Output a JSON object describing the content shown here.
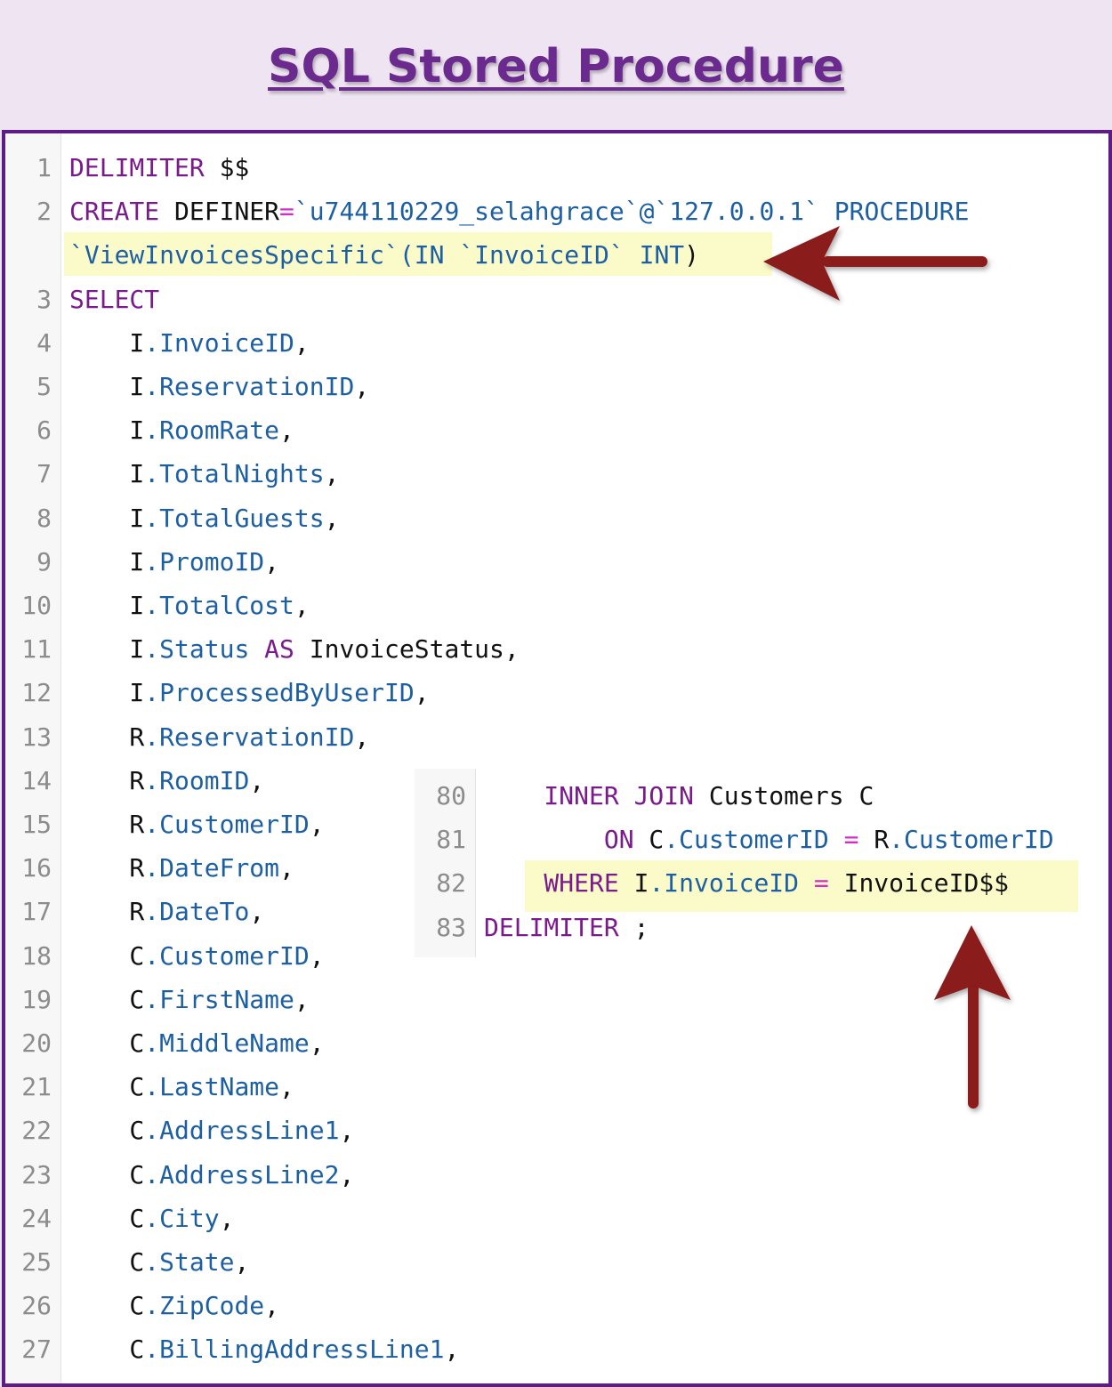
{
  "page": {
    "title": "SQL Stored Procedure"
  },
  "editor": {
    "lines": [
      {
        "num": "1",
        "tokens": [
          {
            "t": "DELIMITER",
            "c": "kw"
          },
          {
            "t": " $$",
            "c": "plain"
          }
        ]
      },
      {
        "num": "2",
        "tokens": [
          {
            "t": "CREATE",
            "c": "kw"
          },
          {
            "t": " DEFINER",
            "c": "plain"
          },
          {
            "t": "=",
            "c": "op"
          },
          {
            "t": "`u744110229_selahgrace`@`127.0.0.1`",
            "c": "bt"
          },
          {
            "t": " PROCEDURE",
            "c": "fld"
          }
        ]
      },
      {
        "num": "",
        "tokens": [
          {
            "t": "`ViewInvoicesSpecific`(IN `InvoiceID` INT",
            "c": "fld"
          },
          {
            "t": ")",
            "c": "plain"
          }
        ],
        "highlight": true
      },
      {
        "num": "3",
        "tokens": [
          {
            "t": "SELECT",
            "c": "kw"
          }
        ]
      },
      {
        "num": "4",
        "tokens": [
          {
            "t": "    I",
            "c": "plain"
          },
          {
            "t": ".InvoiceID",
            "c": "fld"
          },
          {
            "t": ",",
            "c": "plain"
          }
        ]
      },
      {
        "num": "5",
        "tokens": [
          {
            "t": "    I",
            "c": "plain"
          },
          {
            "t": ".ReservationID",
            "c": "fld"
          },
          {
            "t": ",",
            "c": "plain"
          }
        ]
      },
      {
        "num": "6",
        "tokens": [
          {
            "t": "    I",
            "c": "plain"
          },
          {
            "t": ".RoomRate",
            "c": "fld"
          },
          {
            "t": ",",
            "c": "plain"
          }
        ]
      },
      {
        "num": "7",
        "tokens": [
          {
            "t": "    I",
            "c": "plain"
          },
          {
            "t": ".TotalNights",
            "c": "fld"
          },
          {
            "t": ",",
            "c": "plain"
          }
        ]
      },
      {
        "num": "8",
        "tokens": [
          {
            "t": "    I",
            "c": "plain"
          },
          {
            "t": ".TotalGuests",
            "c": "fld"
          },
          {
            "t": ",",
            "c": "plain"
          }
        ]
      },
      {
        "num": "9",
        "tokens": [
          {
            "t": "    I",
            "c": "plain"
          },
          {
            "t": ".PromoID",
            "c": "fld"
          },
          {
            "t": ",",
            "c": "plain"
          }
        ]
      },
      {
        "num": "10",
        "tokens": [
          {
            "t": "    I",
            "c": "plain"
          },
          {
            "t": ".TotalCost",
            "c": "fld"
          },
          {
            "t": ",",
            "c": "plain"
          }
        ]
      },
      {
        "num": "11",
        "tokens": [
          {
            "t": "    I",
            "c": "plain"
          },
          {
            "t": ".Status",
            "c": "fld"
          },
          {
            "t": " AS",
            "c": "kw"
          },
          {
            "t": " InvoiceStatus,",
            "c": "plain"
          }
        ]
      },
      {
        "num": "12",
        "tokens": [
          {
            "t": "    I",
            "c": "plain"
          },
          {
            "t": ".ProcessedByUserID",
            "c": "fld"
          },
          {
            "t": ",",
            "c": "plain"
          }
        ]
      },
      {
        "num": "13",
        "tokens": [
          {
            "t": "    R",
            "c": "plain"
          },
          {
            "t": ".ReservationID",
            "c": "fld"
          },
          {
            "t": ",",
            "c": "plain"
          }
        ]
      },
      {
        "num": "14",
        "tokens": [
          {
            "t": "    R",
            "c": "plain"
          },
          {
            "t": ".RoomID",
            "c": "fld"
          },
          {
            "t": ",",
            "c": "plain"
          }
        ]
      },
      {
        "num": "15",
        "tokens": [
          {
            "t": "    R",
            "c": "plain"
          },
          {
            "t": ".CustomerID",
            "c": "fld"
          },
          {
            "t": ",",
            "c": "plain"
          }
        ]
      },
      {
        "num": "16",
        "tokens": [
          {
            "t": "    R",
            "c": "plain"
          },
          {
            "t": ".DateFrom",
            "c": "fld"
          },
          {
            "t": ",",
            "c": "plain"
          }
        ]
      },
      {
        "num": "17",
        "tokens": [
          {
            "t": "    R",
            "c": "plain"
          },
          {
            "t": ".DateTo",
            "c": "fld"
          },
          {
            "t": ",",
            "c": "plain"
          }
        ]
      },
      {
        "num": "18",
        "tokens": [
          {
            "t": "    C",
            "c": "plain"
          },
          {
            "t": ".CustomerID",
            "c": "fld"
          },
          {
            "t": ",",
            "c": "plain"
          }
        ]
      },
      {
        "num": "19",
        "tokens": [
          {
            "t": "    C",
            "c": "plain"
          },
          {
            "t": ".FirstName",
            "c": "fld"
          },
          {
            "t": ",",
            "c": "plain"
          }
        ]
      },
      {
        "num": "20",
        "tokens": [
          {
            "t": "    C",
            "c": "plain"
          },
          {
            "t": ".MiddleName",
            "c": "fld"
          },
          {
            "t": ",",
            "c": "plain"
          }
        ]
      },
      {
        "num": "21",
        "tokens": [
          {
            "t": "    C",
            "c": "plain"
          },
          {
            "t": ".LastName",
            "c": "fld"
          },
          {
            "t": ",",
            "c": "plain"
          }
        ]
      },
      {
        "num": "22",
        "tokens": [
          {
            "t": "    C",
            "c": "plain"
          },
          {
            "t": ".AddressLine1",
            "c": "fld"
          },
          {
            "t": ",",
            "c": "plain"
          }
        ]
      },
      {
        "num": "23",
        "tokens": [
          {
            "t": "    C",
            "c": "plain"
          },
          {
            "t": ".AddressLine2",
            "c": "fld"
          },
          {
            "t": ",",
            "c": "plain"
          }
        ]
      },
      {
        "num": "24",
        "tokens": [
          {
            "t": "    C",
            "c": "plain"
          },
          {
            "t": ".City",
            "c": "fld"
          },
          {
            "t": ",",
            "c": "plain"
          }
        ]
      },
      {
        "num": "25",
        "tokens": [
          {
            "t": "    C",
            "c": "plain"
          },
          {
            "t": ".State",
            "c": "fld"
          },
          {
            "t": ",",
            "c": "plain"
          }
        ]
      },
      {
        "num": "26",
        "tokens": [
          {
            "t": "    C",
            "c": "plain"
          },
          {
            "t": ".ZipCode",
            "c": "fld"
          },
          {
            "t": ",",
            "c": "plain"
          }
        ]
      },
      {
        "num": "27",
        "tokens": [
          {
            "t": "    C",
            "c": "plain"
          },
          {
            "t": ".BillingAddressLine1",
            "c": "fld"
          },
          {
            "t": ",",
            "c": "plain"
          }
        ]
      }
    ]
  },
  "inset": {
    "lines": [
      {
        "num": "80",
        "tokens": [
          {
            "t": "    INNER JOIN",
            "c": "kw"
          },
          {
            "t": " Customers C",
            "c": "plain"
          }
        ]
      },
      {
        "num": "81",
        "tokens": [
          {
            "t": "        ON",
            "c": "kw"
          },
          {
            "t": " C",
            "c": "plain"
          },
          {
            "t": ".CustomerID",
            "c": "fld"
          },
          {
            "t": " = ",
            "c": "op"
          },
          {
            "t": "R",
            "c": "plain"
          },
          {
            "t": ".CustomerID",
            "c": "fld"
          }
        ]
      },
      {
        "num": "82",
        "tokens": [
          {
            "t": "    WHERE",
            "c": "kw"
          },
          {
            "t": " I",
            "c": "plain"
          },
          {
            "t": ".InvoiceID",
            "c": "fld"
          },
          {
            "t": " = ",
            "c": "op"
          },
          {
            "t": "InvoiceID$$",
            "c": "plain"
          }
        ],
        "highlight": true
      },
      {
        "num": "83",
        "tokens": [
          {
            "t": "DELIMITER",
            "c": "kw"
          },
          {
            "t": " ;",
            "c": "plain"
          }
        ]
      }
    ]
  },
  "colors": {
    "header_bg": "#efe4f2",
    "title": "#6a2a8e",
    "frame_border": "#5e1c87",
    "keyword": "#7a1b8c",
    "identifier": "#1d5fa3",
    "operator": "#d12fc4",
    "highlight": "#fbfbc9",
    "arrow": "#8b1a1f"
  },
  "icons": [
    "arrow-left-icon",
    "arrow-up-icon"
  ]
}
